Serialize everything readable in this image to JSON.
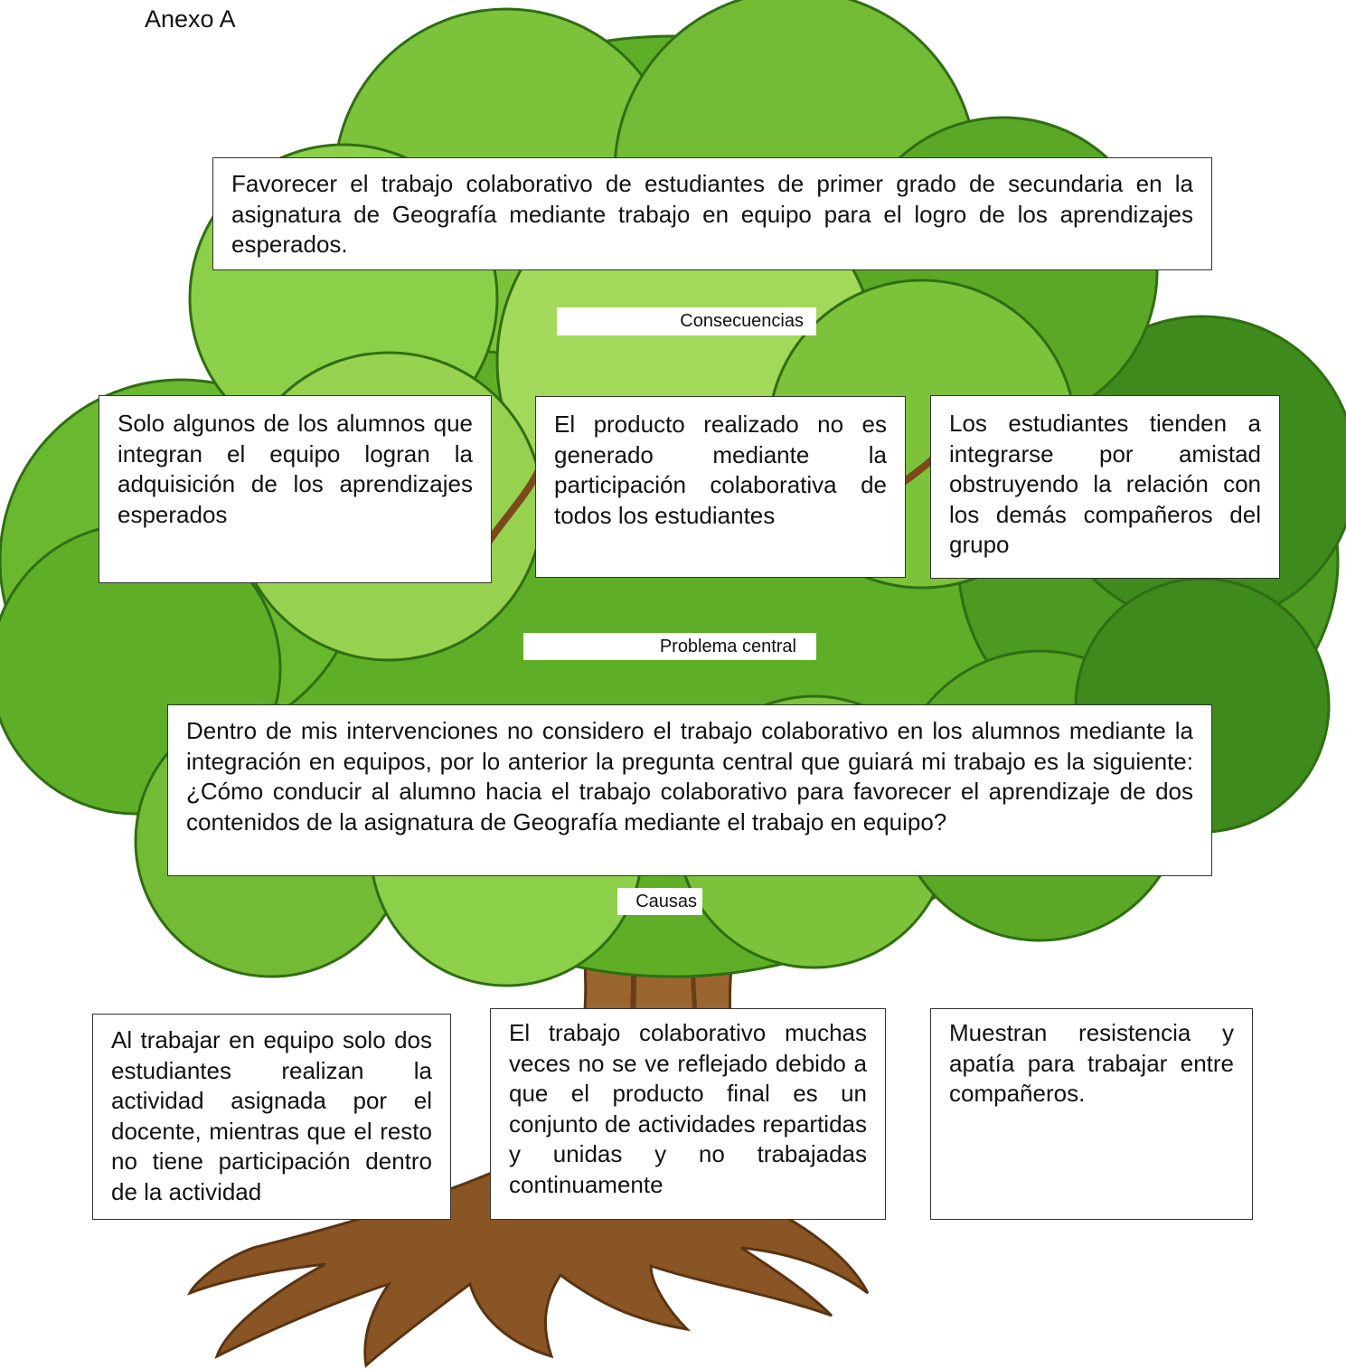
{
  "header": {
    "title": "Anexo A"
  },
  "objective": "Favorecer el trabajo colaborativo de estudiantes de primer grado de secundaria en la asignatura de Geografía mediante trabajo en equipo para el logro de los aprendizajes esperados.",
  "labels": {
    "consequences": "Consecuencias",
    "central_problem": "Problema central",
    "causes": "Causas"
  },
  "consequences": [
    "Solo algunos de los alumnos que integran el equipo logran la adquisición de los aprendizajes esperados",
    "El producto realizado no es generado mediante la participación colaborativa de todos los estudiantes",
    "Los estudiantes tienden a integrarse por amistad obstruyendo la relación con los demás compañeros del grupo"
  ],
  "central_problem": "Dentro de mis intervenciones no considero el trabajo colaborativo en los alumnos mediante la integración en equipos, por lo anterior la pregunta central que guiará mi trabajo es la siguiente: ¿Cómo conducir al alumno hacia el trabajo colaborativo para favorecer el aprendizaje de dos contenidos de la asignatura de Geografía mediante el trabajo en equipo?",
  "causes": [
    "Al trabajar en equipo solo dos estudiantes realizan la actividad asignada por el docente, mientras que el resto no tiene participación dentro de la actividad",
    "El trabajo colaborativo muchas veces no se ve reflejado debido a que el producto final es un conjunto de actividades repartidas y unidas y no trabajadas continuamente",
    "Muestran resistencia y apatía para trabajar entre compañeros."
  ]
}
